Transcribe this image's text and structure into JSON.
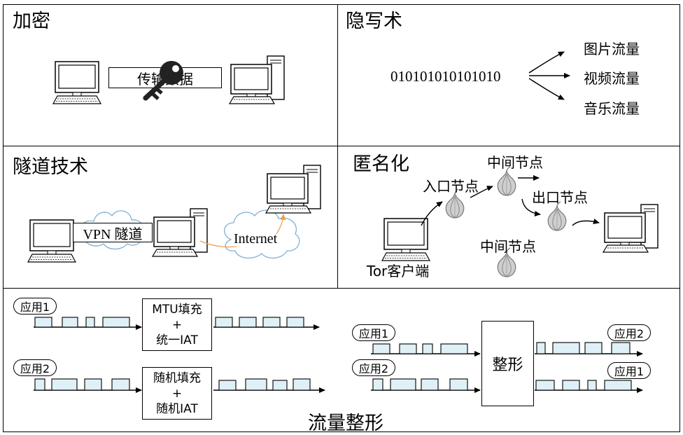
{
  "panels": {
    "encryption": {
      "title": "加密",
      "data_label": "传输数据"
    },
    "steganography": {
      "title": "隐写术",
      "bits": "010101010101010",
      "outputs": [
        "图片流量",
        "视频流量",
        "音乐流量"
      ]
    },
    "tunneling": {
      "title": "隧道技术",
      "vpn_label": "VPN 隧道",
      "internet_label": "Internet"
    },
    "anonymization": {
      "title": "匿名化",
      "entry_node": "入口节点",
      "middle_node_top": "中间节点",
      "exit_node": "出口节点",
      "middle_node_bottom": "中间节点",
      "client": "Tor客户端"
    },
    "traffic_shaping": {
      "title": "流量整形",
      "app1_label": "应用1",
      "app2_label": "应用2",
      "mtu_box": [
        "MTU填充",
        "+",
        "统一IAT"
      ],
      "random_box": [
        "随机填充",
        "+",
        "随机IAT"
      ],
      "shaper_label": "整形",
      "out_top_label": "应用2",
      "out_bottom_label": "应用1"
    }
  },
  "colors": {
    "packet_fill": "#dff0f7",
    "cloud_stroke": "#7fb0d6",
    "arrow_orange": "#f0a050",
    "onion": "#c9c9c9"
  }
}
